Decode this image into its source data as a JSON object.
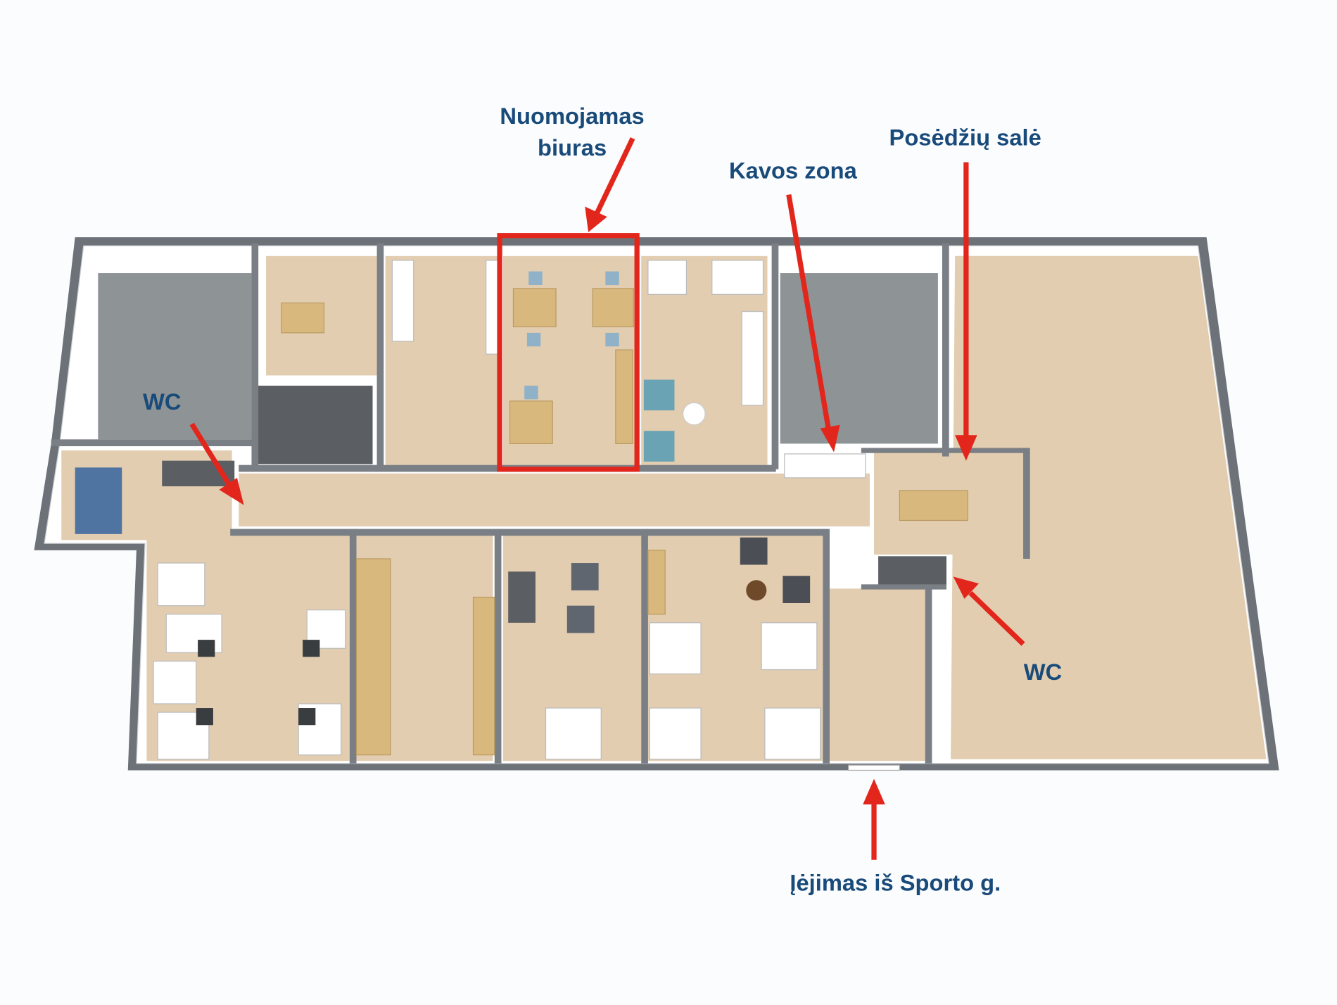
{
  "labels": {
    "rented_office": [
      "Nuomojamas",
      "biuras"
    ],
    "coffee_zone": "Kavos zona",
    "meeting_room": "Posėdžių salė",
    "wc_left": "WC",
    "wc_right": "WC",
    "entrance": "Įėjimas iš Sporto g."
  },
  "colors": {
    "label": "#184a7a",
    "arrow": "#e3261c",
    "highlight": "#e3261c",
    "floor": "#e2cdb0",
    "wall": "#6d7278"
  }
}
